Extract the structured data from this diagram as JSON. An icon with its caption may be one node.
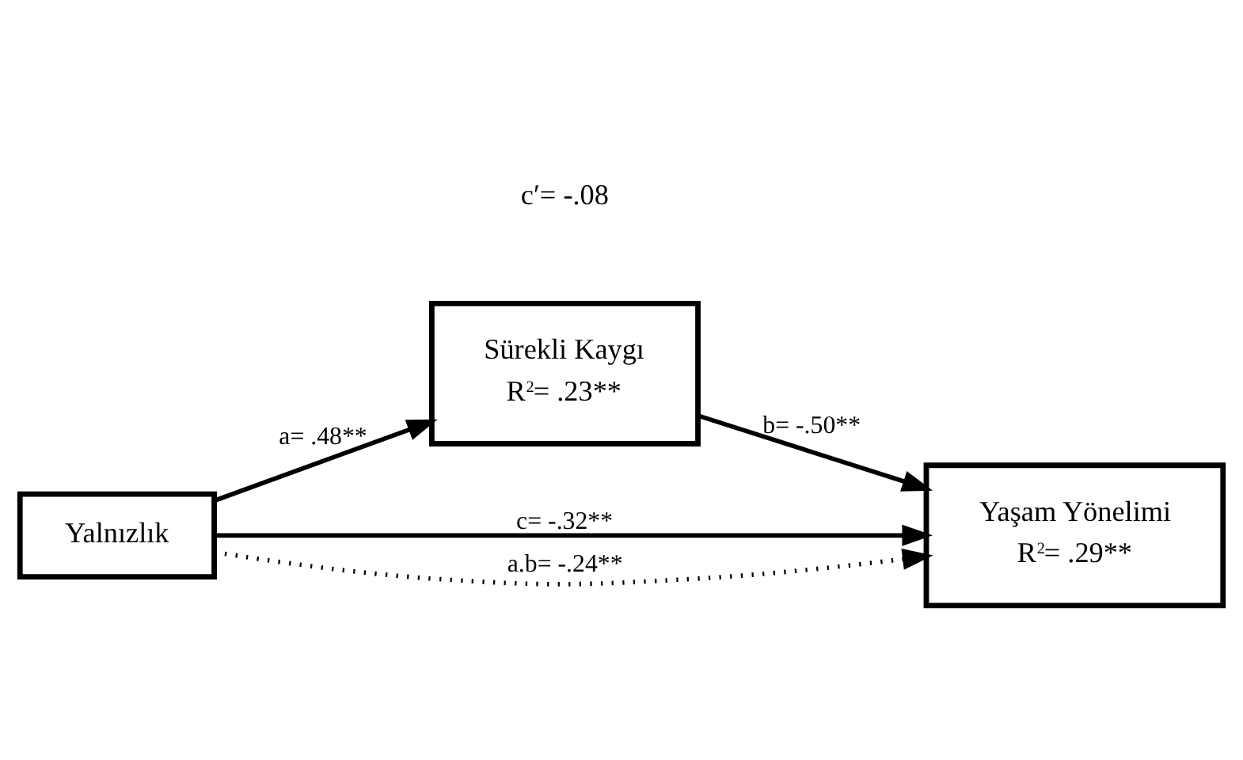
{
  "diagram": {
    "nodes": [
      {
        "text": [
          "Sürekli Kaygı",
          "R$^{2}$= .23**"
        ]
      },
      {
        "text": [
          "Yalnızlık"
        ]
      },
      {
        "text": [
          "Yaşam Yönelimi",
          "R$^{2}$= .29**"
        ]
      }
    ],
    "edges": [
      {
        "from": 1,
        "to": 0,
        "arrow": "to",
        "label": "a= .48**"
      },
      {
        "from": 0,
        "to": 2,
        "arrow": "to",
        "label": "b= -.50**"
      },
      {
        "from": 1,
        "to": 2,
        "arrow": "to",
        "label": "c= -.32**"
      },
      {
        "from": 1,
        "to": 2,
        "arrow": "to",
        "label": "a.b= -.24**",
        "style": "dashed"
      }
    ],
    "labels": [
      "c′= -.08"
    ]
  }
}
